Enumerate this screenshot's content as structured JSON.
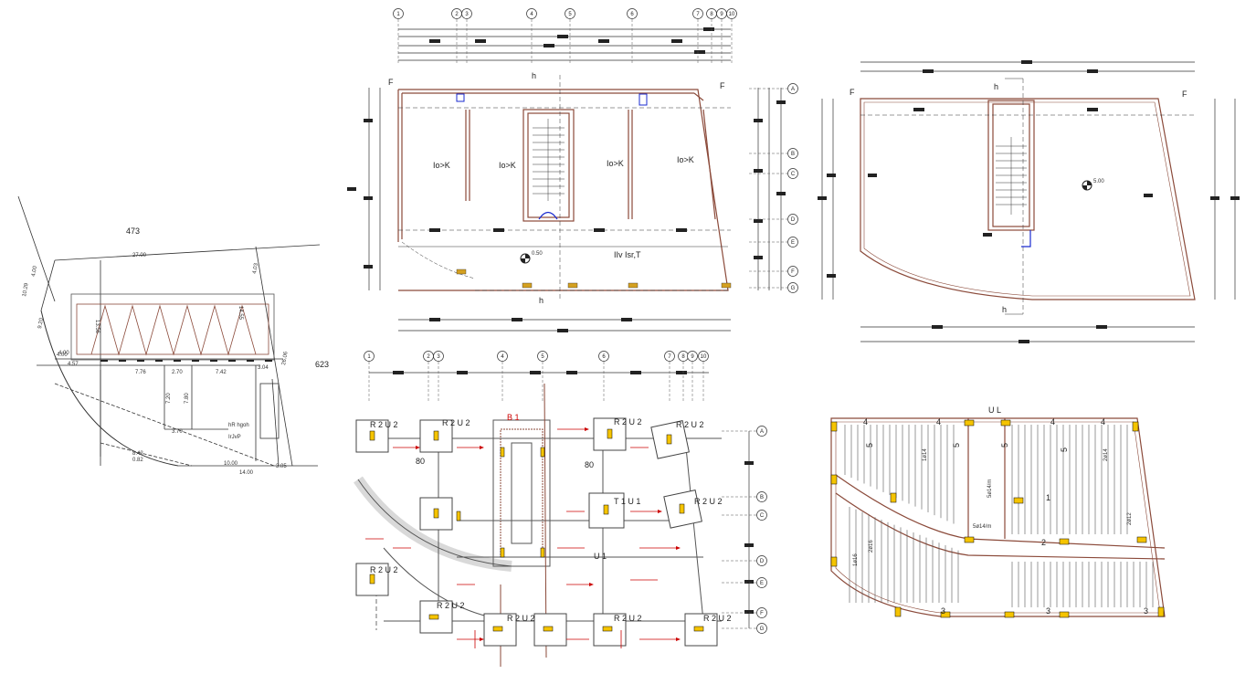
{
  "site_plan": {
    "plot_number": "473",
    "neighbor_number": "623",
    "dims": [
      "27.00",
      "10.29",
      "4.00",
      "9.20",
      "4.00",
      "4.57",
      "7.76",
      "2.70",
      "7.42",
      "3.04",
      "7.20",
      "7.80",
      "3.70",
      "8.42",
      "0.82",
      "10.00",
      "14.00",
      "3.05",
      "26.06",
      "4.03",
      "13.56",
      "14.55",
      "4.00"
    ],
    "building_note": "hR hgoh",
    "building_note2": "IrJvP"
  },
  "ground_floor": {
    "grid_cols": [
      "1",
      "2",
      "3",
      "4",
      "5",
      "6",
      "7",
      "8",
      "9",
      "10"
    ],
    "grid_rows": [
      "A",
      "B",
      "C",
      "D",
      "E",
      "F",
      "G"
    ],
    "section_mark": "h",
    "section_mark_f": "F",
    "rooms": [
      "Io>K",
      "Io>K",
      "Io>K",
      "Io>K"
    ],
    "level": "0.50",
    "area_label": "IIv Isr,T"
  },
  "first_floor": {
    "section_mark": "h",
    "section_mark_f": "F",
    "level": "5.00"
  },
  "foundation_plan": {
    "grid_cols": [
      "1",
      "2",
      "3",
      "4",
      "5",
      "6",
      "7",
      "8",
      "9",
      "10"
    ],
    "grid_rows": [
      "A",
      "B",
      "C",
      "D",
      "E",
      "F",
      "G"
    ],
    "footing_tag": "R 2 U 2",
    "footing_tag_t": "T 1 U 1",
    "beam_tag": "U 1",
    "beam_tag_b": "B 1",
    "beam_tag_80": "80"
  },
  "slab_plan": {
    "top_label": "U L",
    "marks": [
      "4",
      "4",
      "4",
      "4",
      "1",
      "2",
      "3",
      "3",
      "3",
      "5",
      "5",
      "5",
      "5"
    ],
    "rebar": [
      "1ø14",
      "2ø14",
      "5ø14/m",
      "2ø12",
      "2ø16",
      "1ø16"
    ]
  }
}
